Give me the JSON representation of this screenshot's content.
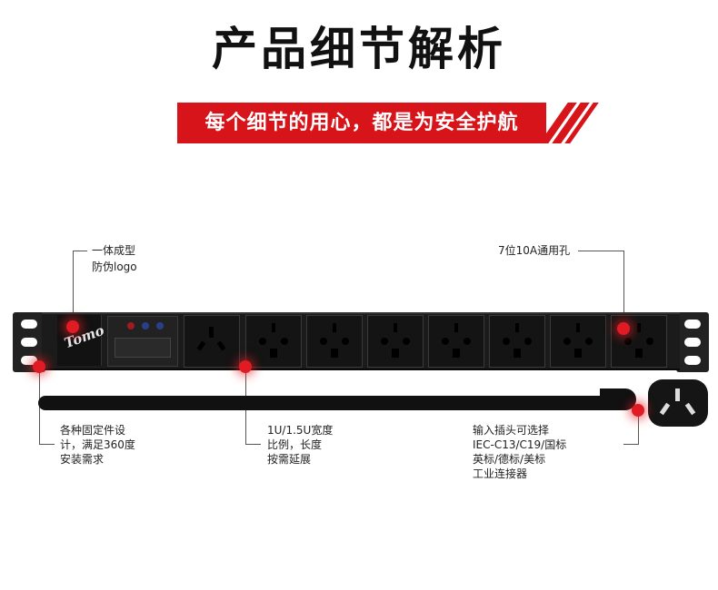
{
  "header": {
    "title": "产品细节解析",
    "subtitle": "每个细节的用心，都是为安全护航"
  },
  "product": {
    "logo": "Tomo"
  },
  "callouts": {
    "logo": {
      "line1": "一体成型",
      "line2": "防伪logo"
    },
    "outlets": {
      "line1": "7位10A通用孔"
    },
    "mounting": {
      "line1": "各种固定件设",
      "line2": "计，满足360度",
      "line3": "安装需求"
    },
    "size": {
      "line1": "1U/1.5U宽度",
      "line2": "比例，长度",
      "line3": "按需延展"
    },
    "plug": {
      "line1": "输入插头可选择",
      "line2": "IEC-C13/C19/国标",
      "line3": "英标/德标/美标",
      "line4": "工业连接器"
    }
  },
  "colors": {
    "accent": "#d8141b",
    "marker": "#e01b23",
    "body": "#1b1b1b"
  }
}
